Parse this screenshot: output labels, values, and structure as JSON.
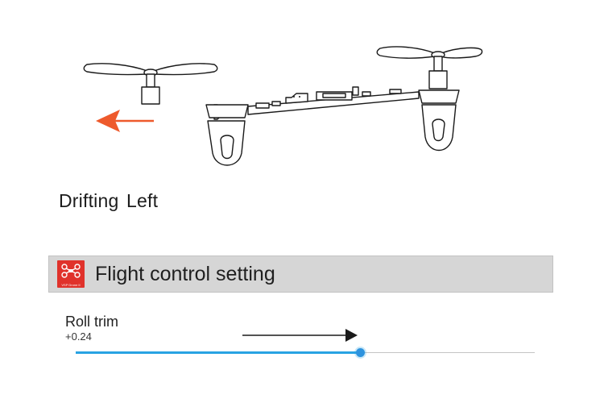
{
  "status": {
    "drift_text": "Drifting  Left",
    "drift_direction": "left",
    "drift_arrow_color": "#ee5a2c"
  },
  "panel": {
    "title": "Flight control setting",
    "icon": "drone-app-icon",
    "icon_caption": "VSP Drone II",
    "icon_color": "#e0322b"
  },
  "roll_trim": {
    "label": "Roll trim",
    "value_text": "+0.24",
    "value": 0.24,
    "min": -1,
    "max": 1,
    "accent_color": "#29a3e3"
  }
}
